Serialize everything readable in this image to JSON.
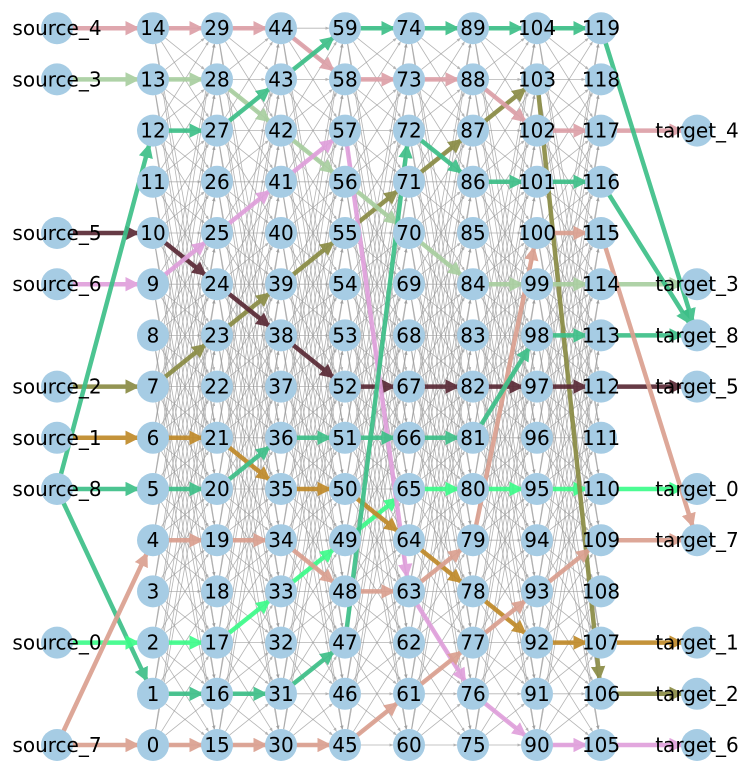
{
  "columns": [
    [
      "0",
      "1",
      "2",
      "3",
      "4",
      "5",
      "6",
      "7",
      "8",
      "9",
      "10",
      "11",
      "12",
      "13",
      "14"
    ],
    [
      "15",
      "16",
      "17",
      "18",
      "19",
      "20",
      "21",
      "22",
      "23",
      "24",
      "25",
      "26",
      "27",
      "28",
      "29"
    ],
    [
      "30",
      "31",
      "32",
      "33",
      "34",
      "35",
      "36",
      "37",
      "38",
      "39",
      "40",
      "41",
      "42",
      "43",
      "44"
    ],
    [
      "45",
      "46",
      "47",
      "48",
      "49",
      "50",
      "51",
      "52",
      "53",
      "54",
      "55",
      "56",
      "57",
      "58",
      "59"
    ],
    [
      "60",
      "61",
      "62",
      "63",
      "64",
      "65",
      "66",
      "67",
      "68",
      "69",
      "70",
      "71",
      "72",
      "73",
      "74"
    ],
    [
      "75",
      "76",
      "77",
      "78",
      "79",
      "80",
      "81",
      "82",
      "83",
      "84",
      "85",
      "86",
      "87",
      "88",
      "89"
    ],
    [
      "90",
      "91",
      "92",
      "93",
      "94",
      "95",
      "96",
      "97",
      "98",
      "99",
      "100",
      "101",
      "102",
      "103",
      "104"
    ],
    [
      "105",
      "106",
      "107",
      "108",
      "109",
      "110",
      "111",
      "112",
      "113",
      "114",
      "115",
      "116",
      "117",
      "118",
      "119"
    ]
  ],
  "sources": [
    {
      "label": "source_4",
      "row": 14
    },
    {
      "label": "source_3",
      "row": 13
    },
    {
      "label": "source_5",
      "row": 10
    },
    {
      "label": "source_6",
      "row": 9
    },
    {
      "label": "source_2",
      "row": 7
    },
    {
      "label": "source_1",
      "row": 6
    },
    {
      "label": "source_8",
      "row": 5
    },
    {
      "label": "source_0",
      "row": 2
    },
    {
      "label": "source_7",
      "row": 0
    }
  ],
  "targets": [
    {
      "label": "target_4",
      "row": 12
    },
    {
      "label": "target_3",
      "row": 9
    },
    {
      "label": "target_8",
      "row": 8
    },
    {
      "label": "target_5",
      "row": 7
    },
    {
      "label": "target_0",
      "row": 5
    },
    {
      "label": "target_7",
      "row": 4
    },
    {
      "label": "target_1",
      "row": 2
    },
    {
      "label": "target_2",
      "row": 1
    },
    {
      "label": "target_6",
      "row": 0
    }
  ],
  "paths": [
    {
      "id": "path-0",
      "color": "#3dfc8a",
      "source": "source_0",
      "target": "target_0",
      "nodes": [
        "2",
        "17",
        "33",
        "49",
        "65",
        "80",
        "95",
        "110"
      ]
    },
    {
      "id": "path-1",
      "color": "#c08a2a",
      "source": "source_1",
      "target": "target_1",
      "nodes": [
        "6",
        "21",
        "35",
        "50",
        "64",
        "78",
        "92",
        "107"
      ]
    },
    {
      "id": "path-2",
      "color": "#8a8c45",
      "source": "source_2",
      "target": "target_2",
      "nodes": [
        "7",
        "23",
        "39",
        "55",
        "71",
        "87",
        "103",
        "106"
      ]
    },
    {
      "id": "path-3",
      "color": "#a9cfa0",
      "source": "source_3",
      "target": "target_3",
      "nodes": [
        "13",
        "28",
        "42",
        "56",
        "70",
        "84",
        "99",
        "114"
      ]
    },
    {
      "id": "path-4",
      "color": "#dda0a8",
      "source": "source_4",
      "target": "target_4",
      "nodes": [
        "14",
        "29",
        "44",
        "58",
        "73",
        "88",
        "102",
        "117"
      ]
    },
    {
      "id": "path-5",
      "color": "#5a2a36",
      "source": "source_5",
      "target": "target_5",
      "nodes": [
        "10",
        "24",
        "38",
        "52",
        "67",
        "82",
        "97",
        "112"
      ]
    },
    {
      "id": "path-6",
      "color": "#e0a0dc",
      "source": "source_6",
      "target": "target_6",
      "nodes": [
        "9",
        "25",
        "41",
        "57",
        "63",
        "76",
        "90",
        "105"
      ]
    },
    {
      "id": "path-7",
      "color": "#dba090",
      "source": "source_7",
      "target": "target_7",
      "nodes": [
        "4",
        "19",
        "34",
        "48",
        "63",
        "79",
        "100",
        "115"
      ]
    },
    {
      "id": "path-7b",
      "color": "#dba090",
      "source": "source_7",
      "target": "target_7",
      "nodes": [
        "0",
        "15",
        "30",
        "45",
        "61",
        "77",
        "93",
        "109"
      ]
    },
    {
      "id": "path-8",
      "color": "#3dbf88",
      "source": "source_8",
      "target": "target_8",
      "nodes": [
        "5",
        "20",
        "36",
        "51",
        "66",
        "81",
        "98",
        "113"
      ]
    },
    {
      "id": "path-8b",
      "color": "#3dbf88",
      "source": "source_8",
      "target": "target_8",
      "nodes": [
        "12",
        "27",
        "43",
        "59",
        "74",
        "89",
        "104",
        "119"
      ]
    },
    {
      "id": "path-8c",
      "color": "#3dbf88",
      "source": "source_8",
      "target": "target_8",
      "nodes": [
        "1",
        "16",
        "31",
        "47",
        "72",
        "86",
        "101",
        "116"
      ]
    }
  ],
  "source_links": [
    {
      "source": "source_4",
      "node": "14",
      "color": "#dda0a8"
    },
    {
      "source": "source_3",
      "node": "13",
      "color": "#a9cfa0"
    },
    {
      "source": "source_5",
      "node": "10",
      "color": "#5a2a36"
    },
    {
      "source": "source_6",
      "node": "9",
      "color": "#e0a0dc"
    },
    {
      "source": "source_2",
      "node": "7",
      "color": "#8a8c45"
    },
    {
      "source": "source_1",
      "node": "6",
      "color": "#c08a2a"
    },
    {
      "source": "source_8",
      "node": "5",
      "color": "#3dbf88"
    },
    {
      "source": "source_8",
      "node": "12",
      "color": "#3dbf88"
    },
    {
      "source": "source_8",
      "node": "1",
      "color": "#3dbf88"
    },
    {
      "source": "source_0",
      "node": "2",
      "color": "#3dfc8a"
    },
    {
      "source": "source_7",
      "node": "0",
      "color": "#dba090"
    },
    {
      "source": "source_7",
      "node": "4",
      "color": "#dba090"
    }
  ],
  "target_links": [
    {
      "node": "117",
      "target": "target_4",
      "color": "#dda0a8"
    },
    {
      "node": "114",
      "target": "target_3",
      "color": "#a9cfa0"
    },
    {
      "node": "113",
      "target": "target_8",
      "color": "#3dbf88"
    },
    {
      "node": "119",
      "target": "target_8",
      "color": "#3dbf88"
    },
    {
      "node": "116",
      "target": "target_8",
      "color": "#3dbf88"
    },
    {
      "node": "112",
      "target": "target_5",
      "color": "#5a2a36"
    },
    {
      "node": "110",
      "target": "target_0",
      "color": "#3dfc8a"
    },
    {
      "node": "115",
      "target": "target_7",
      "color": "#dba090"
    },
    {
      "node": "109",
      "target": "target_7",
      "color": "#dba090"
    },
    {
      "node": "107",
      "target": "target_1",
      "color": "#c08a2a"
    },
    {
      "node": "106",
      "target": "target_2",
      "color": "#8a8c45"
    },
    {
      "node": "105",
      "target": "target_6",
      "color": "#e0a0dc"
    }
  ]
}
